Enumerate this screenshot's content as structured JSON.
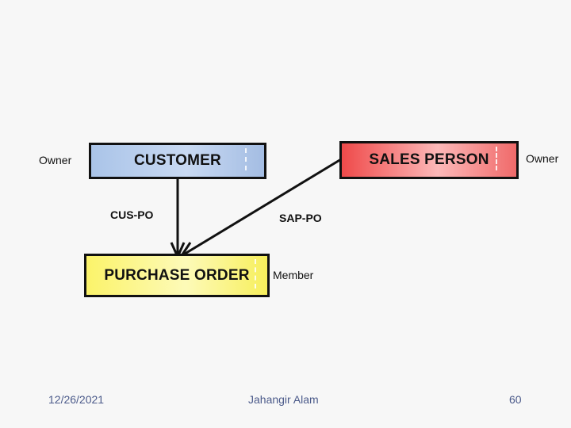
{
  "diagram": {
    "entities": {
      "customer": "CUSTOMER",
      "sales_person": "SALES PERSON",
      "purchase_order": "PURCHASE ORDER"
    },
    "roles": {
      "customer_role": "Owner",
      "sales_person_role": "Owner",
      "purchase_order_role": "Member"
    },
    "relationships": {
      "customer_purchase": "CUS-PO",
      "sales_purchase": "SAP-PO"
    }
  },
  "footer": {
    "date": "12/26/2021",
    "author": "Jahangir Alam",
    "page": "60"
  },
  "colors": {
    "customer_fill": "#c8d9f2",
    "sales_person_fill": "#fcb8b8",
    "purchase_order_fill": "#fdfab8",
    "footer_text": "#4b5a8a"
  }
}
